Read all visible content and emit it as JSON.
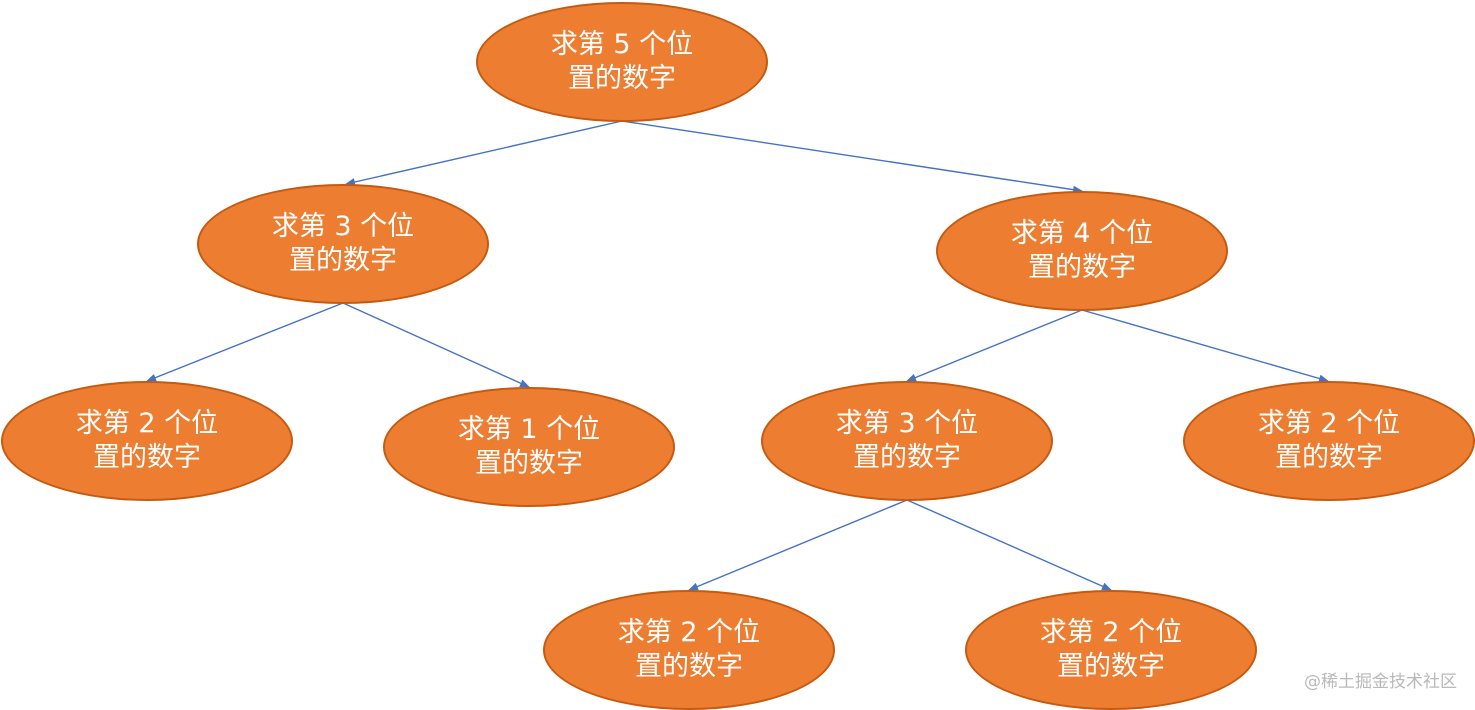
{
  "diagram": {
    "type": "recursion-tree",
    "colors": {
      "node_fill": "#ED7D31",
      "node_border": "#C55A11",
      "edge": "#4472C4",
      "text": "#ffffff"
    },
    "nodes": [
      {
        "id": "n5",
        "label": "求第 5 个位置的数字"
      },
      {
        "id": "n3a",
        "label": "求第 3 个位置的数字"
      },
      {
        "id": "n4",
        "label": "求第 4 个位置的数字"
      },
      {
        "id": "n2a",
        "label": "求第 2 个位置的数字"
      },
      {
        "id": "n1",
        "label": "求第 1 个位置的数字"
      },
      {
        "id": "n3b",
        "label": "求第 3 个位置的数字"
      },
      {
        "id": "n2b",
        "label": "求第 2 个位置的数字"
      },
      {
        "id": "n2c",
        "label": "求第 2 个位置的数字"
      },
      {
        "id": "n2d",
        "label": "求第 2 个位置的数字"
      }
    ],
    "edges": [
      {
        "from": "n5",
        "to": "n3a"
      },
      {
        "from": "n5",
        "to": "n4"
      },
      {
        "from": "n3a",
        "to": "n2a"
      },
      {
        "from": "n3a",
        "to": "n1"
      },
      {
        "from": "n4",
        "to": "n3b"
      },
      {
        "from": "n4",
        "to": "n2b"
      },
      {
        "from": "n3b",
        "to": "n2c"
      },
      {
        "from": "n3b",
        "to": "n2d"
      }
    ]
  },
  "watermark": "@稀土掘金技术社区"
}
